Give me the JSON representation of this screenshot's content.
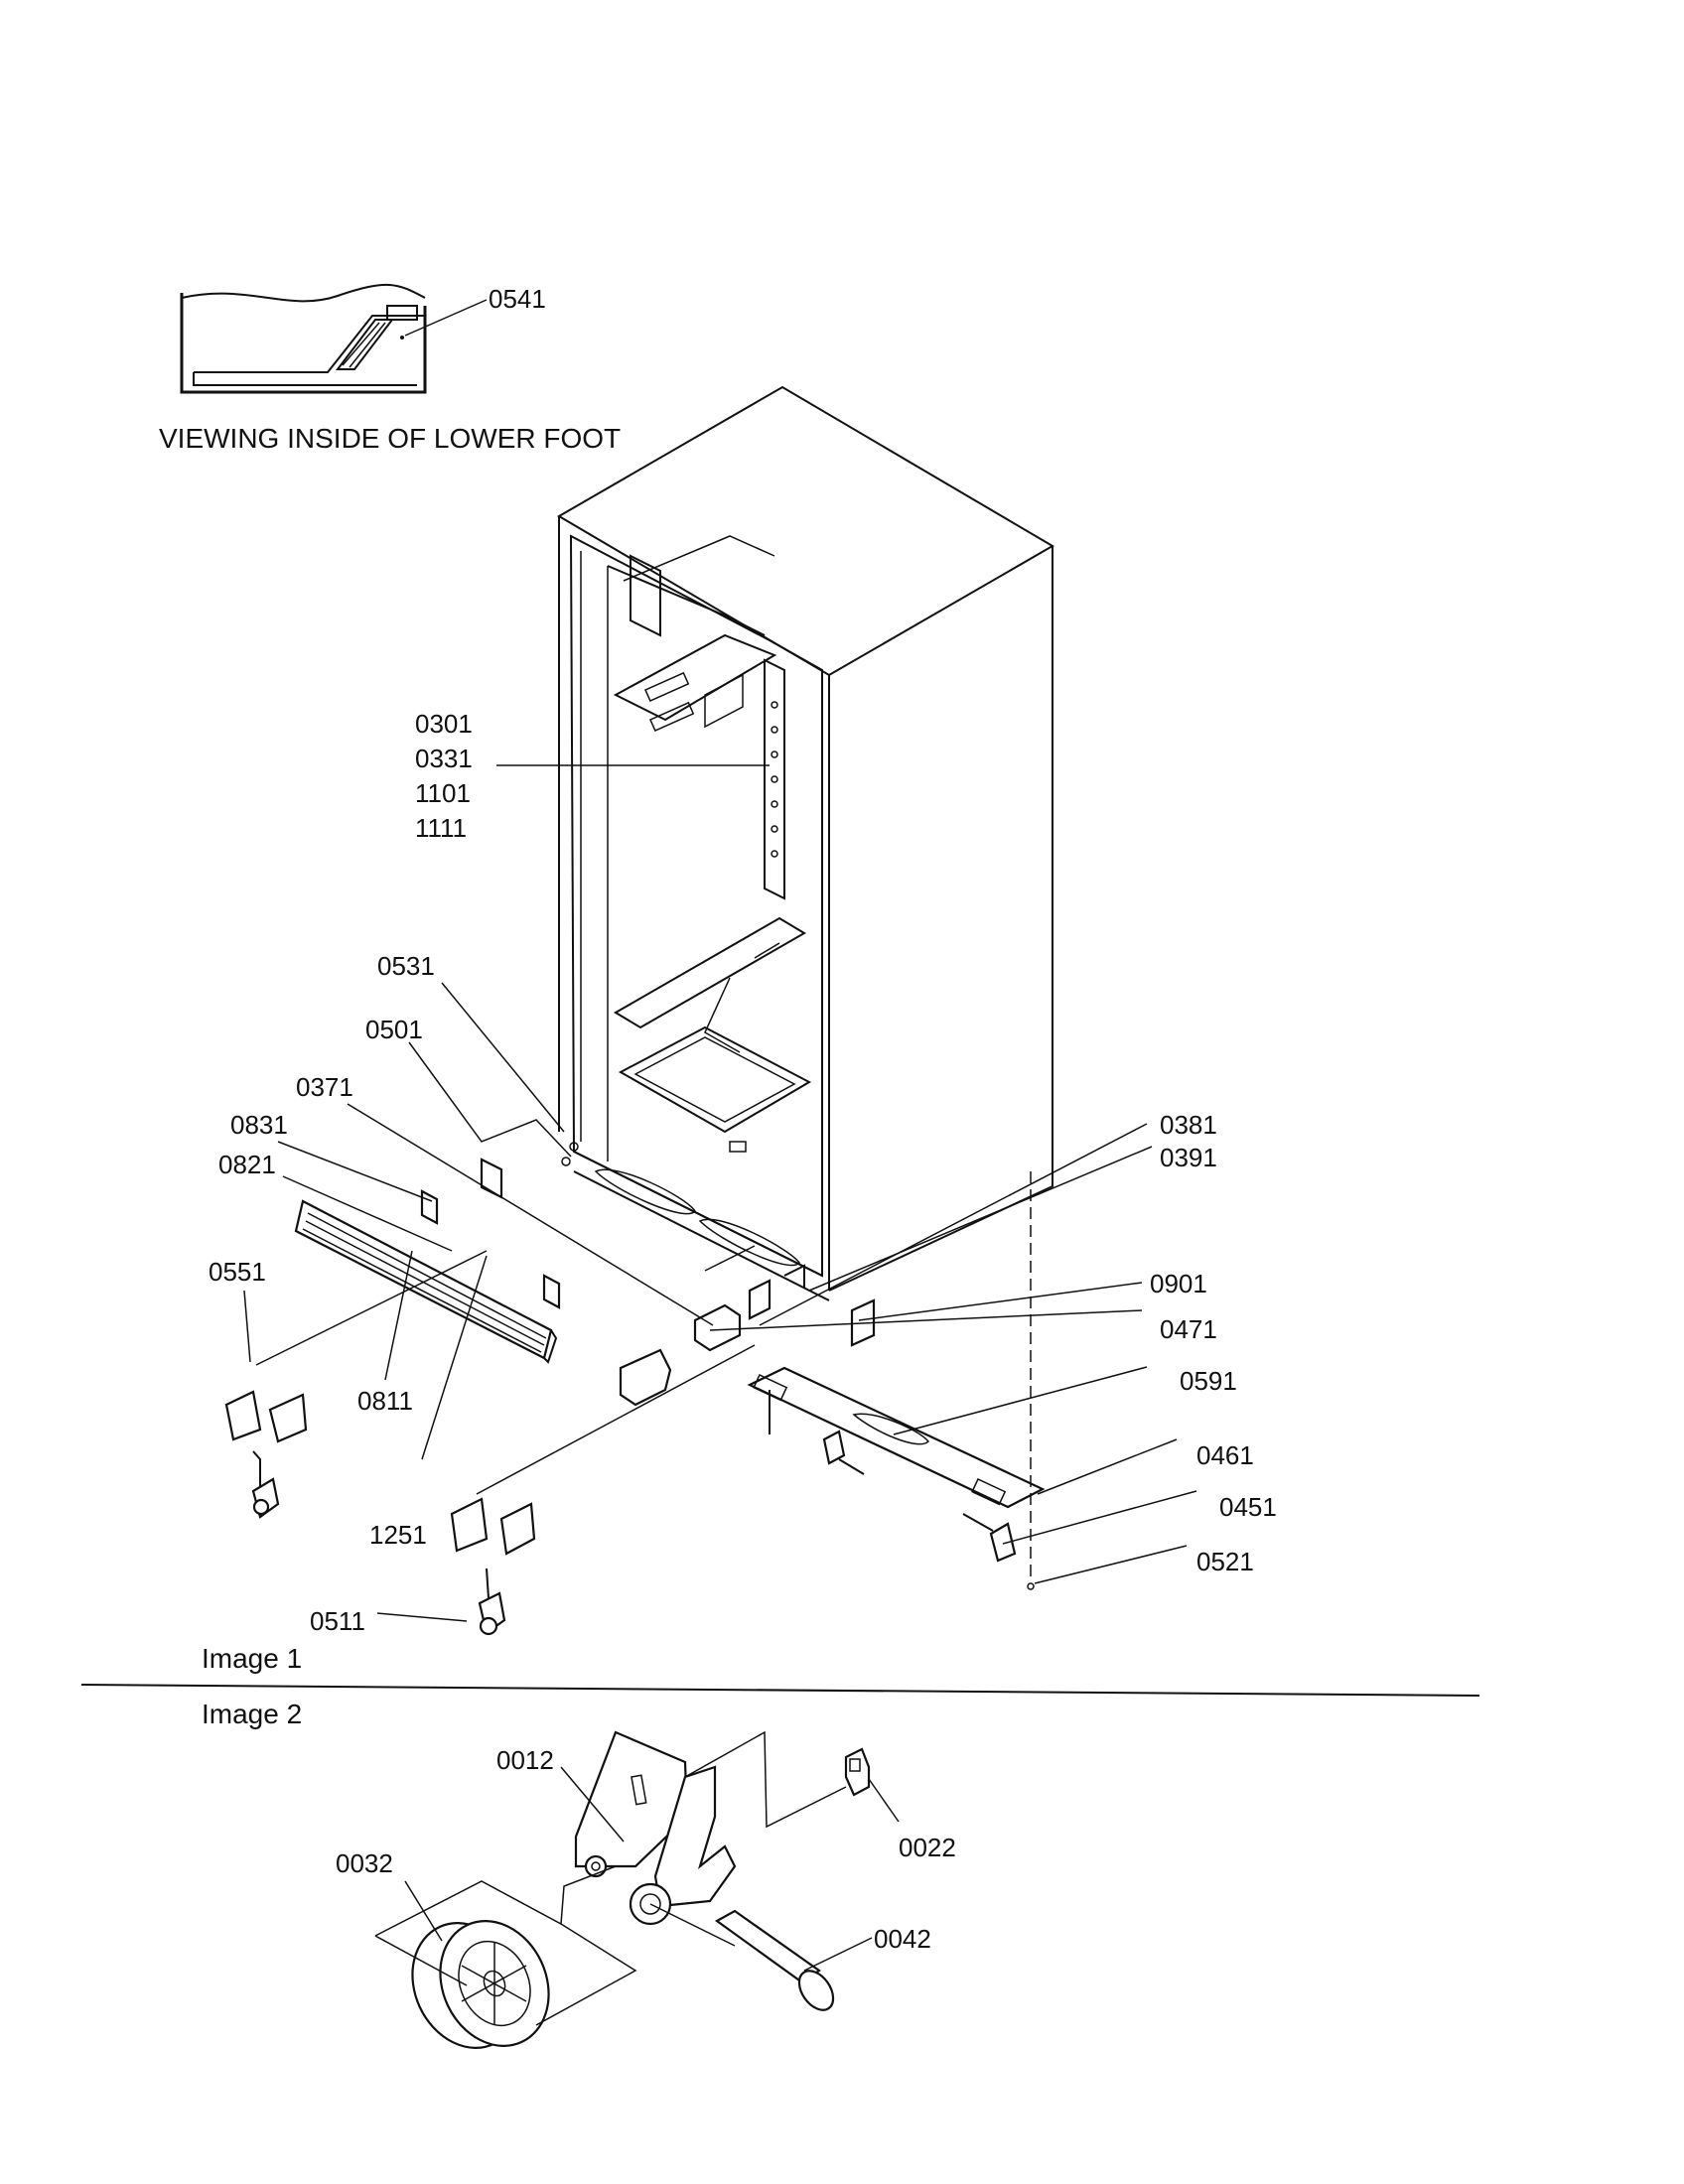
{
  "inset": {
    "caption": "VIEWING INSIDE OF LOWER FOOT",
    "part": "0541"
  },
  "image1": {
    "title": "Image 1",
    "labels": {
      "c0301": "0301",
      "c0331": "0331",
      "c1101": "1101",
      "c1111": "1111",
      "c0531": "0531",
      "c0501": "0501",
      "c0371": "0371",
      "c0831": "0831",
      "c0821": "0821",
      "c0551": "0551",
      "c0811": "0811",
      "c1251": "1251",
      "c0511": "0511",
      "c0381": "0381",
      "c0391": "0391",
      "c0901": "0901",
      "c0471": "0471",
      "c0591": "0591",
      "c0461": "0461",
      "c0451": "0451",
      "c0521": "0521"
    }
  },
  "image2": {
    "title": "Image 2",
    "labels": {
      "c0012": "0012",
      "c0022": "0022",
      "c0032": "0032",
      "c0042": "0042"
    }
  }
}
